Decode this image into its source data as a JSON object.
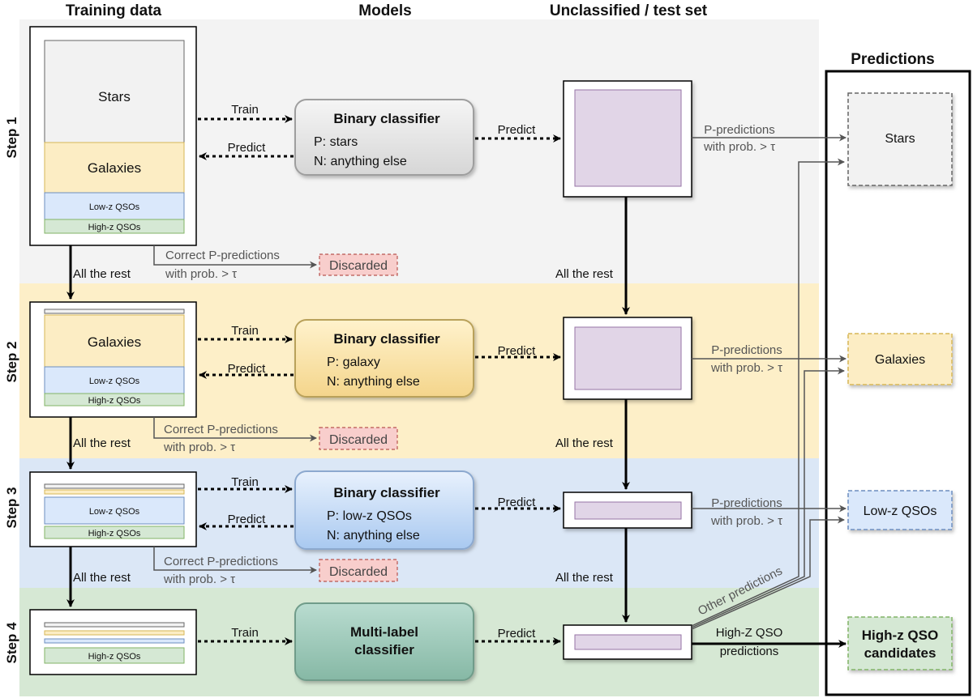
{
  "headers": {
    "training": "Training data",
    "models": "Models",
    "unclassified": "Unclassified / test set",
    "predictions": "Predictions"
  },
  "steps": [
    "Step 1",
    "Step 2",
    "Step 3",
    "Step 4"
  ],
  "colors": {
    "step1_bg": "#f3f3f3",
    "step2_bg": "#fdefc8",
    "step3_bg": "#dbe7f6",
    "step4_bg": "#d6e8d4",
    "stars": "#f2f2f2",
    "galaxies": "#fcedc4",
    "lowz": "#dae8fb",
    "highz": "#d5e8d4",
    "test": "#e1d5e7",
    "discarded": "#f8cecc"
  },
  "training_segments": {
    "stars": "Stars",
    "galaxies": "Galaxies",
    "lowz": "Low-z QSOs",
    "highz": "High-z QSOs"
  },
  "classifiers": [
    {
      "title": "Binary classifier",
      "p": "P: stars",
      "n": "N: anything else"
    },
    {
      "title": "Binary classifier",
      "p": "P: galaxy",
      "n": "N: anything else"
    },
    {
      "title": "Binary classifier",
      "p": "P: low-z QSOs",
      "n": "N: anything else"
    }
  ],
  "multilabel": {
    "line1": "Multi-label",
    "line2": "classifier"
  },
  "edges": {
    "train": "Train",
    "predict": "Predict",
    "all_rest": "All the rest",
    "correct_line1": "Correct P-predictions",
    "correct_line2": "with prob. > τ",
    "ppred_line1": "P-predictions",
    "ppred_line2": "with prob. > τ",
    "other_predictions": "Other predictions",
    "highz_line1": "High-Z QSO",
    "highz_line2": "predictions"
  },
  "discarded": "Discarded",
  "prediction_boxes": {
    "stars": "Stars",
    "galaxies": "Galaxies",
    "lowz": "Low-z QSOs",
    "candidates_line1": "High-z QSO",
    "candidates_line2": "candidates"
  }
}
